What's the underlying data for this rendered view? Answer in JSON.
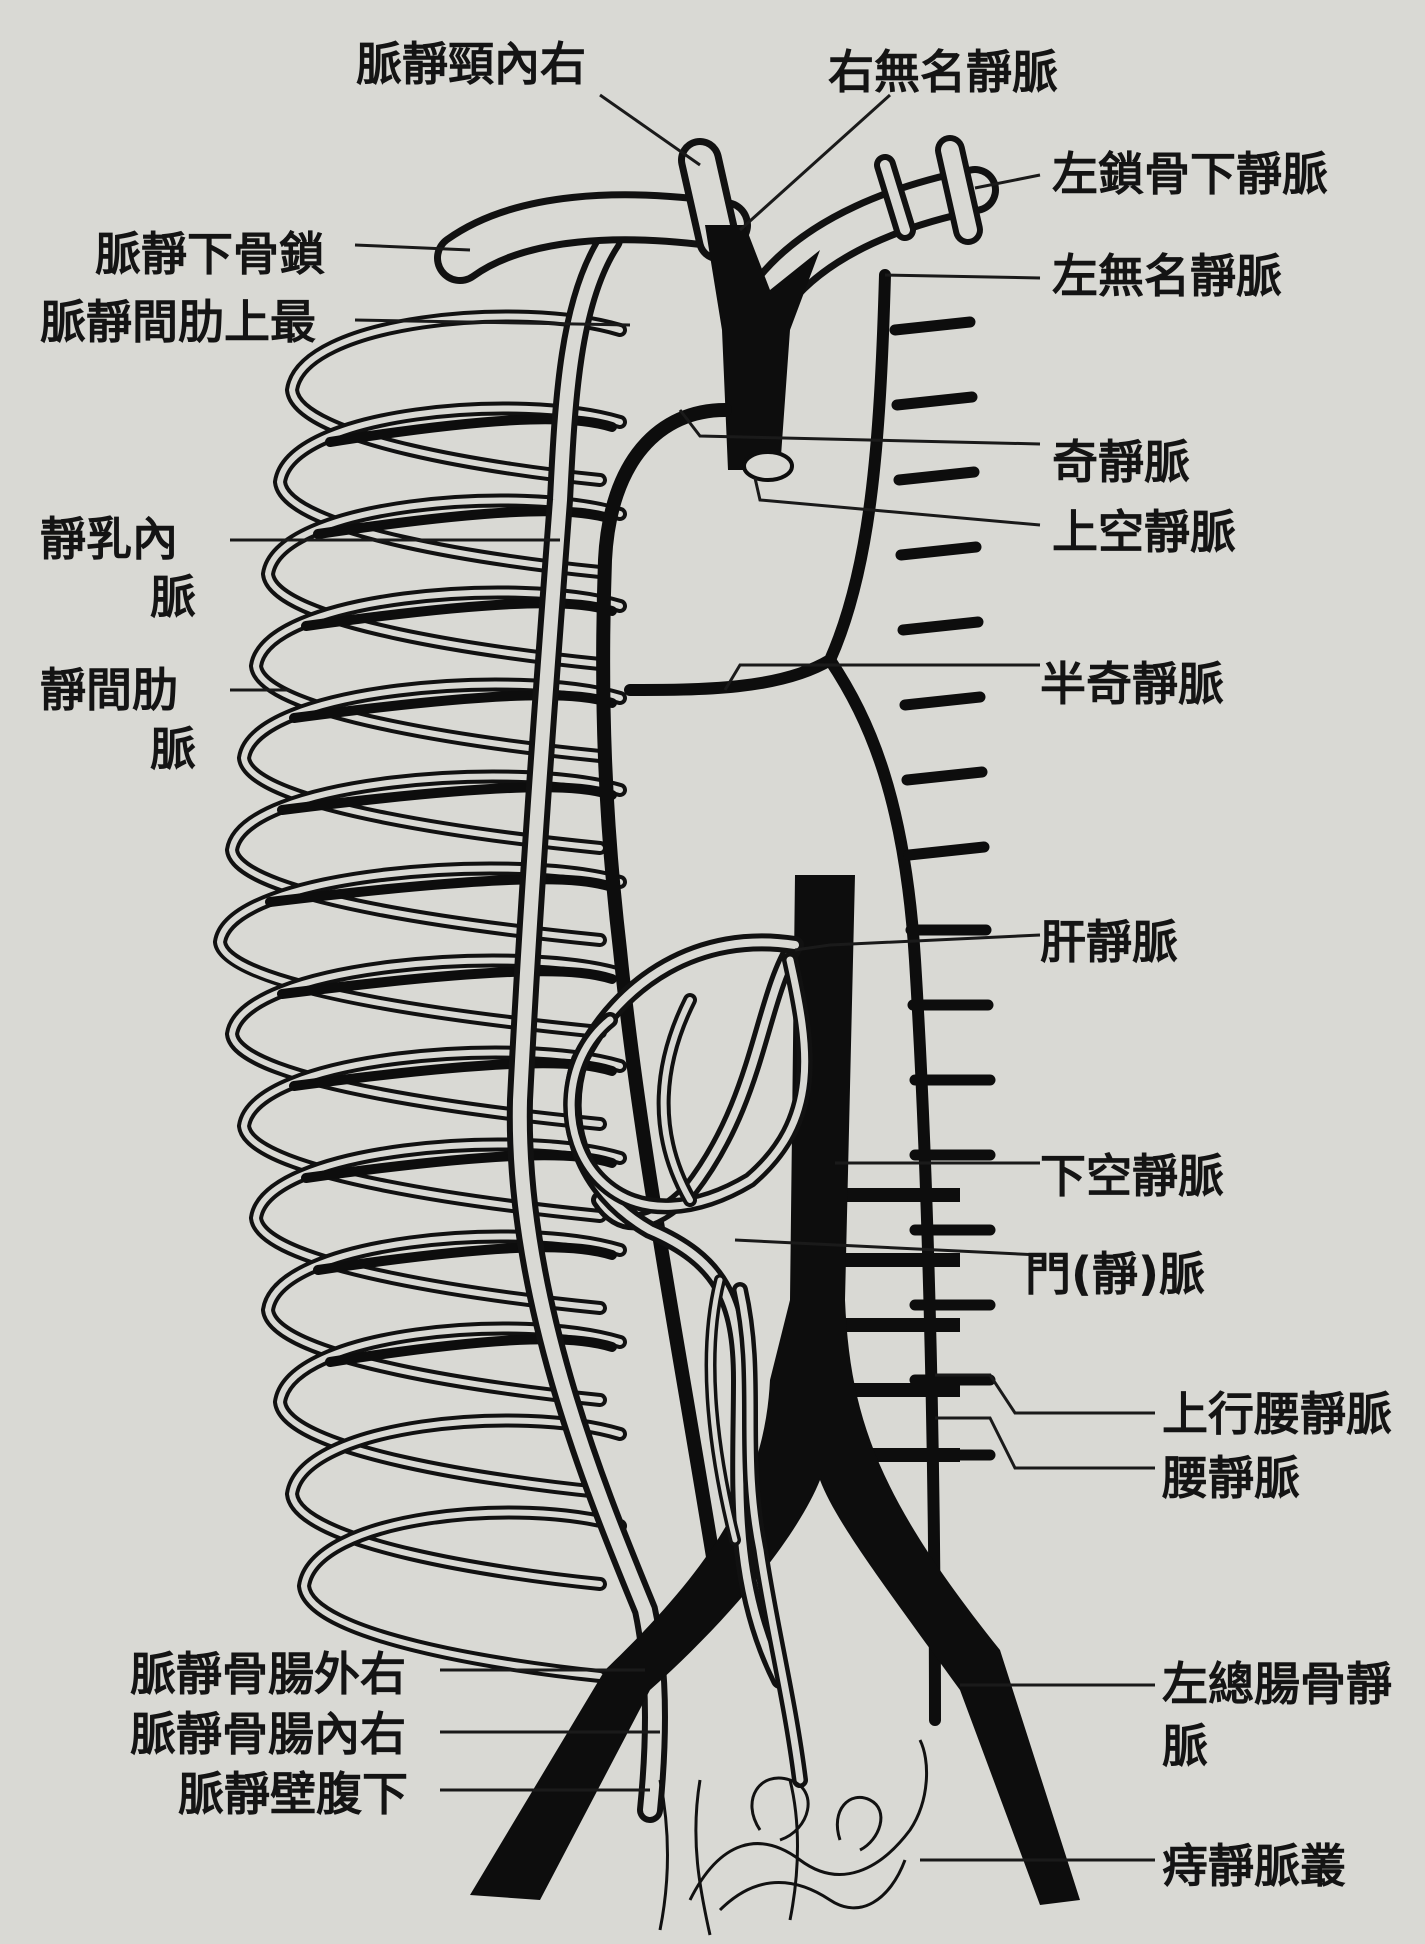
{
  "labels": {
    "right_internal_jugular": "脈靜頸內右",
    "right_innominate": "右無名靜脈",
    "left_subclavian": "左鎖骨下靜脈",
    "right_subclavian": "脈靜下骨鎖",
    "left_innominate": "左無名靜脈",
    "highest_intercostal": "脈靜間肋上最",
    "azygos": "奇靜脈",
    "superior_vena_cava": "上空靜脈",
    "internal_mammary_line1": "靜乳內",
    "internal_mammary_line2": "脈",
    "intercostal_line1": "靜間肋",
    "intercostal_line2": "脈",
    "hemiazygos": "半奇靜脈",
    "hepatic": "肝靜脈",
    "inferior_vena_cava": "下空靜脈",
    "portal": "門(靜)脈",
    "ascending_lumbar": "上行腰靜脈",
    "lumbar": "腰靜脈",
    "right_external_iliac": "脈靜骨腸外右",
    "right_internal_iliac": "脈靜骨腸內右",
    "inferior_epigastric": "脈靜壁腹下",
    "left_common_iliac_line1": "左總腸骨靜",
    "left_common_iliac_line2": "脈",
    "hemorrhoidal_plexus": "痔靜脈叢"
  }
}
